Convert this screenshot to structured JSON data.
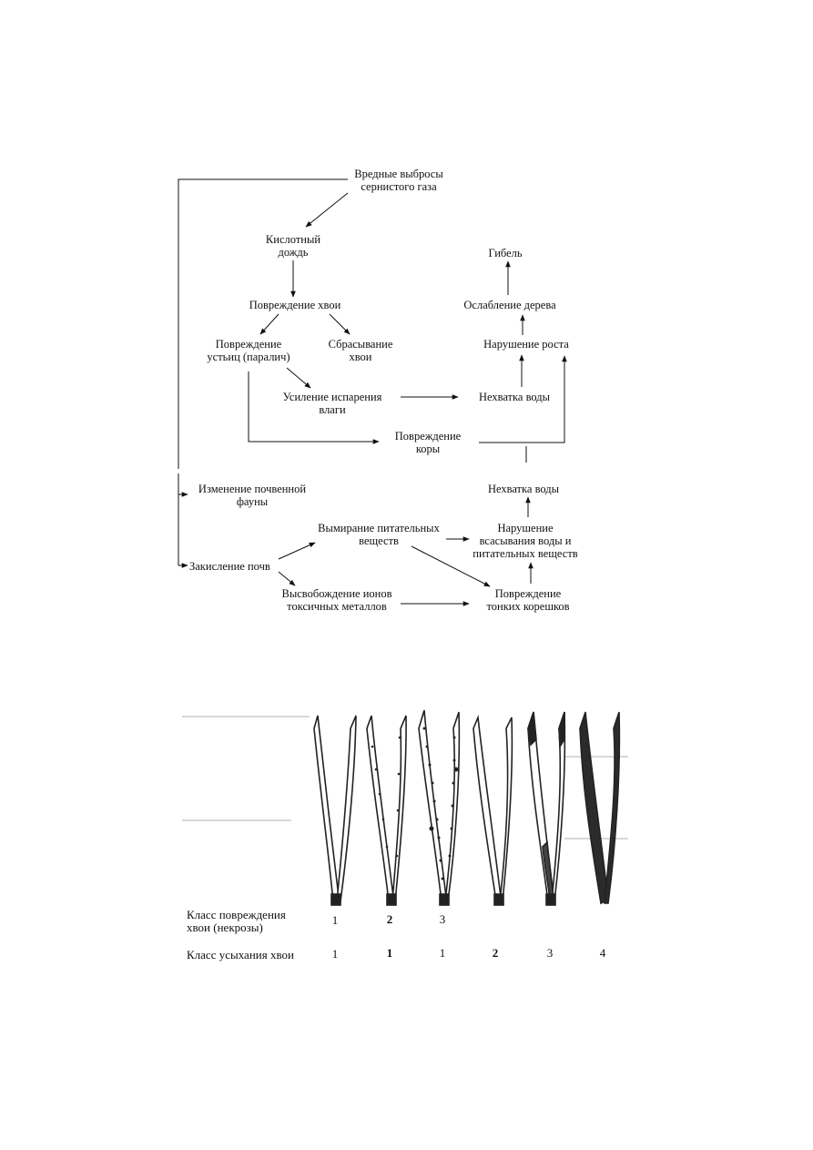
{
  "flowchart": {
    "nodes": {
      "emissions": [
        "Вредные выбросы",
        "сернистого газа"
      ],
      "acid_rain": [
        "Кислотный",
        "дождь"
      ],
      "needle_damage": [
        "Повреждение хвои"
      ],
      "stomata_damage": [
        "Повреждение",
        "устьиц (паралич)"
      ],
      "needle_drop": [
        "Сбрасывание",
        "хвои"
      ],
      "evaporation": [
        "Усиление испарения",
        "влаги"
      ],
      "water_shortage_top": [
        "Нехватка воды"
      ],
      "growth_disturbance": [
        "Нарушение роста"
      ],
      "tree_weakening": [
        "Ослабление дерева"
      ],
      "death": [
        "Гибель"
      ],
      "bark_damage": [
        "Повреждение",
        "коры"
      ],
      "soil_fauna": [
        "Изменение почвенной",
        "фауны"
      ],
      "water_shortage_bottom": [
        "Нехватка воды"
      ],
      "nutrient_loss": [
        "Вымирание питательных",
        "веществ"
      ],
      "absorption_disturbance": [
        "Нарушение",
        "всасывания воды и",
        "питательных веществ"
      ],
      "soil_acidification": [
        "Закисление почв"
      ],
      "metal_ions": [
        "Высвобождение ионов",
        "токсичных металлов"
      ],
      "root_damage": [
        "Повреждение",
        "тонких корешков"
      ]
    }
  },
  "needle_table": {
    "row_labels": {
      "necrosis": [
        "Класс повреждения",
        "хвои (некрозы)"
      ],
      "drying": [
        "Класс усыхания хвои"
      ]
    },
    "necrosis_classes": [
      "1",
      "2",
      "3"
    ],
    "drying_classes": [
      "1",
      "1",
      "1",
      "2",
      "3",
      "4"
    ]
  }
}
